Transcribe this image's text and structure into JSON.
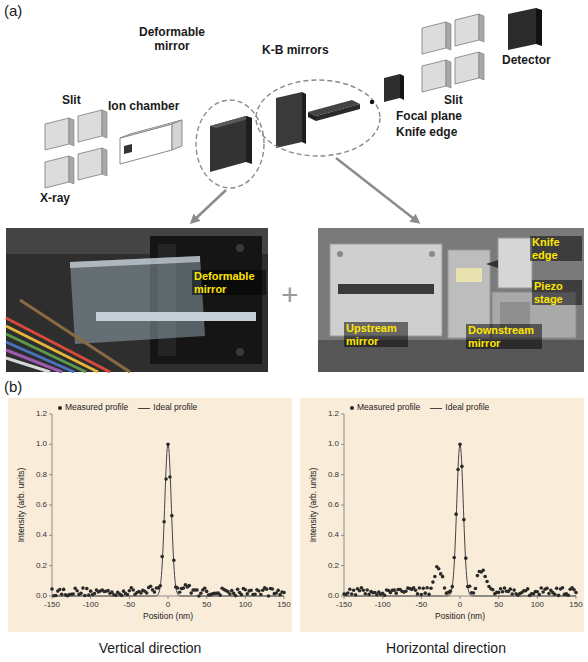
{
  "diagram": {
    "nodes": [
      {
        "text": [
          "Deformable mirror"
        ]
      },
      {
        "text": [
          "Upstream mirror",
          "Downstream mirror",
          "Knife edge",
          "Piezo stage"
        ]
      },
      {
        "text": [
          "Intensity (arb. units)",
          "Position (nm)"
        ]
      },
      {
        "text": [
          "Intensity (arb. units)",
          "Position (nm)"
        ]
      }
    ],
    "labels": [
      "(a)",
      "Deformable mirror",
      "K-B mirrors",
      "Detector",
      "Ion chamber",
      "Slit",
      "Focal plane",
      "Knife edge",
      "Slit",
      "X-ray",
      "+",
      "(b)",
      "0.0",
      "0.2",
      "0.4",
      "0.6",
      "0.8",
      "1.0",
      "1.2",
      "-150",
      "-100",
      "-50",
      "0",
      "50",
      "100",
      "150",
      "0.0",
      "0.2",
      "0.4",
      "0.6",
      "0.8",
      "1.0",
      "1.2",
      "-150",
      "-100",
      "-50",
      "0",
      "50",
      "100",
      "150",
      "Vertical direction",
      "Horizontal direction"
    ],
    "legend": [
      {
        "text": "Measured profile"
      },
      {
        "text": "Ideal profile"
      },
      {
        "text": "Measured profile"
      },
      {
        "text": "Ideal profile"
      }
    ]
  }
}
